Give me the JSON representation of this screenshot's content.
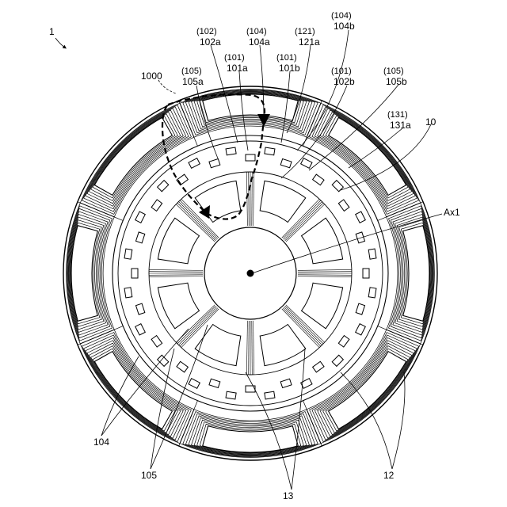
{
  "figure_number": "1",
  "labels": {
    "r1000": "1000",
    "r105_paren_a": "(105)",
    "r105a": "105a",
    "r102_paren": "(102)",
    "r102a": "102a",
    "r101_paren_a": "(101)",
    "r101a": "101a",
    "r104_paren_a": "(104)",
    "r104a": "104a",
    "r101_paren_b": "(101)",
    "r101b": "101b",
    "r121_paren": "(121)",
    "r121a": "121a",
    "r104_paren_b": "(104)",
    "r104b": "104b",
    "r101_paren_c": "(101)",
    "r102b": "102b",
    "r105_paren_b": "(105)",
    "r105b": "105b",
    "r131_paren": "(131)",
    "r131a": "131a",
    "r10": "10",
    "ax1": "Ax1",
    "r104_bottom": "104",
    "r105_bottom": "105",
    "r13": "13",
    "r12": "12"
  },
  "colors": {
    "ink": "#000000",
    "paper": "#ffffff"
  }
}
